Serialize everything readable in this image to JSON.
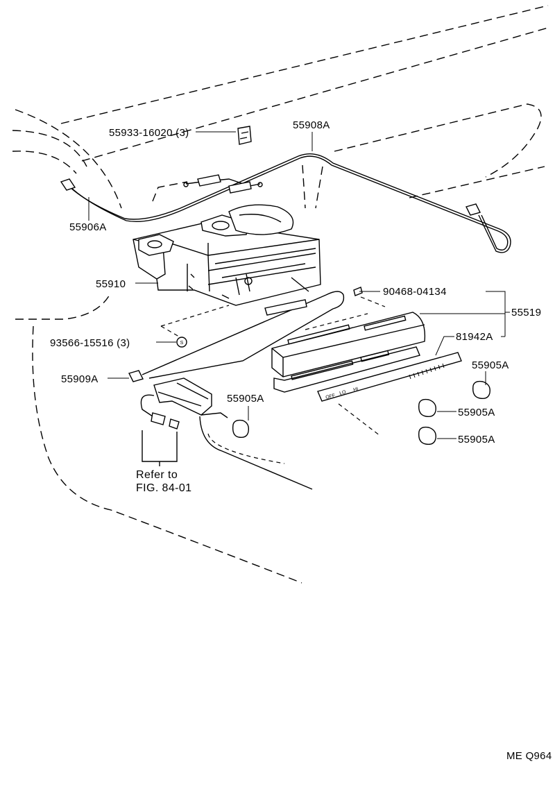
{
  "parts": {
    "p55933": "55933-16020 (3)",
    "p55908": "55908A",
    "p55906": "55906A",
    "p55910": "55910",
    "p90468": "90468-04134",
    "p55519": "55519",
    "p93566": "93566-15516 (3)",
    "p81942": "81942A",
    "p55909": "55909A",
    "p55905_a": "55905A",
    "p55905_b": "55905A",
    "p55905_c": "55905A",
    "p55905_d": "55905A"
  },
  "reference": {
    "line1": "Refer to",
    "line2": "FIG. 84-01"
  },
  "symbol": "S",
  "panel_marks": {
    "a": "OFF",
    "b": "LO",
    "c": "HI"
  },
  "diagram_code": "ME  Q964"
}
